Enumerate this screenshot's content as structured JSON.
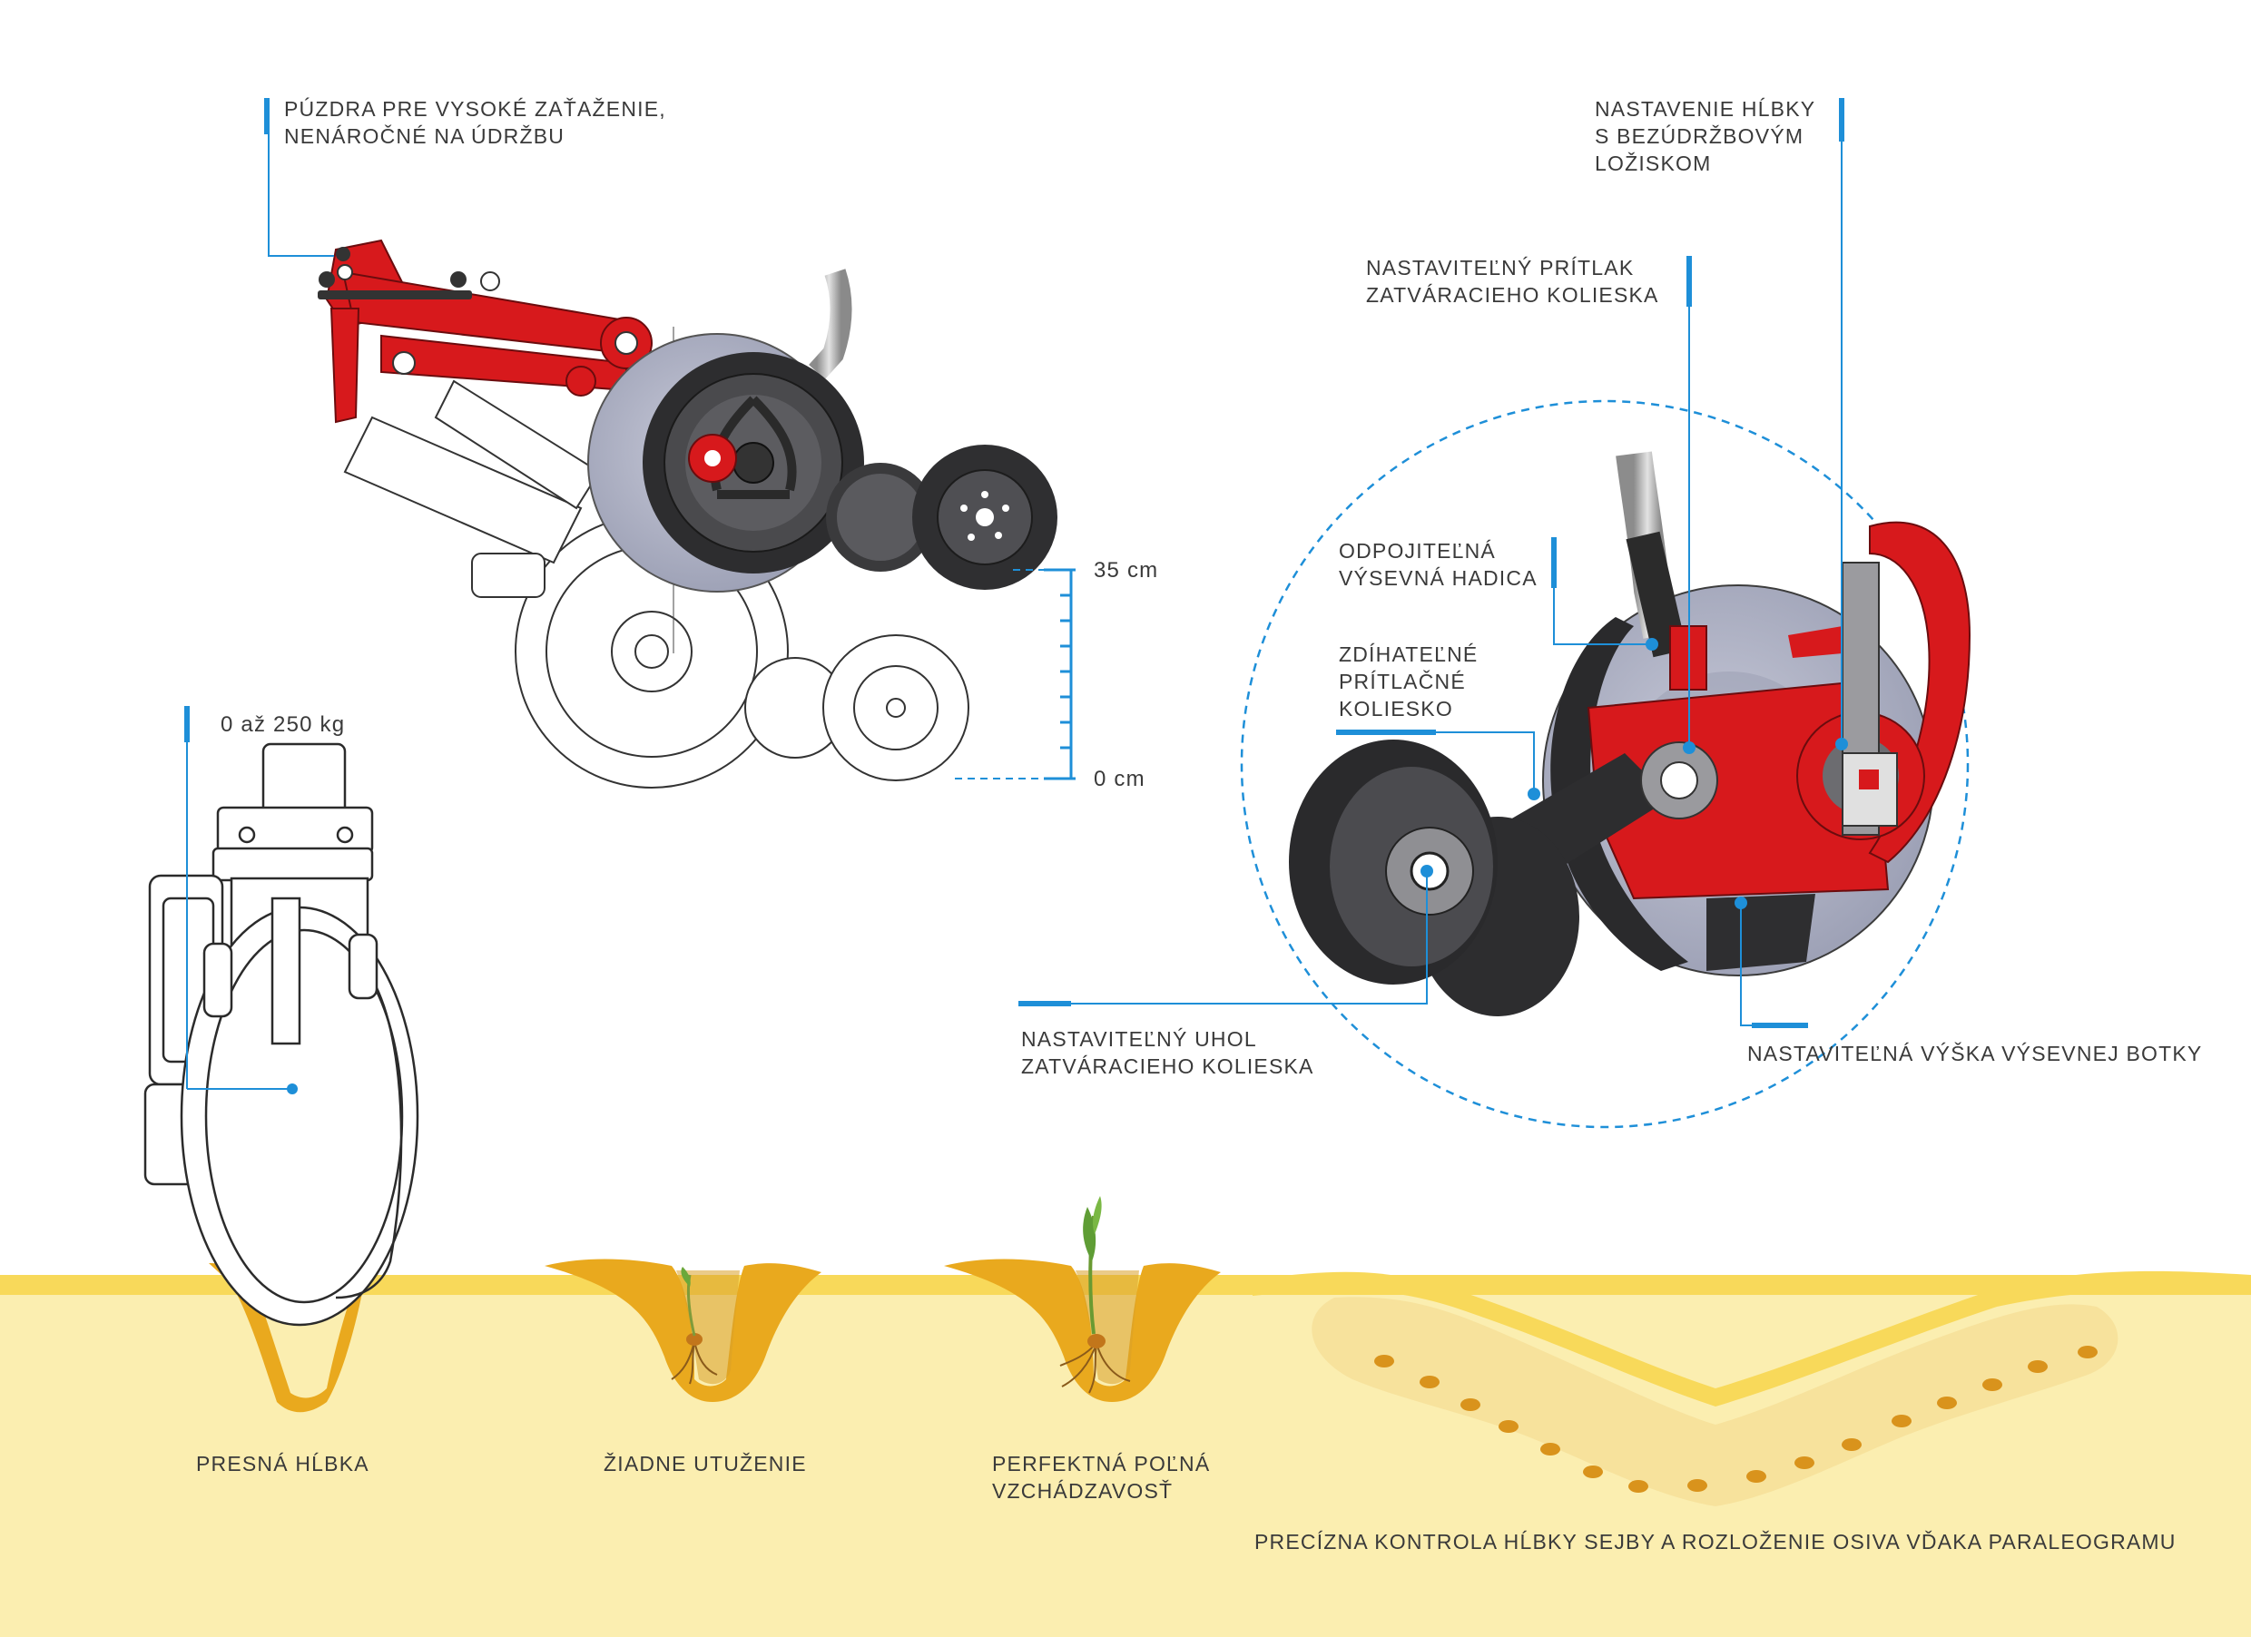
{
  "colors": {
    "accent": "#1e8fd8",
    "machine_red": "#d7191c",
    "soil_light": "#fbeeb0",
    "soil_band": "#f8d95a",
    "soil_dark": "#e9a91e",
    "seed": "#d9931c"
  },
  "labels": {
    "bushings": [
      "PÚZDRA PRE VYSOKÉ ZAŤAŽENIE,",
      "NENÁROČNÉ NA ÚDRŽBU"
    ],
    "depth_adjust": [
      "NASTAVENIE HĹBKY",
      "S BEZÚDRŽBOVÝM",
      "LOŽISKOM"
    ],
    "closing_pressure": [
      "NASTAVITEĽNÝ PRÍTLAK",
      "ZATVÁRACIEHO KOLIESKA"
    ],
    "seed_hose": [
      "ODPOJITEĽNÁ",
      "VÝSEVNÁ HADICA"
    ],
    "press_wheel": [
      "ZDÍHATEĽNÉ",
      "PRÍTLAČNÉ",
      "KOLIESKO"
    ],
    "closing_angle": [
      "NASTAVITEĽNÝ UHOL",
      "ZATVÁRACIEHO KOLIESKA"
    ],
    "boot_height": "NASTAVITEĽNÁ VÝŠKA VÝSEVNEJ BOTKY",
    "load_range": "0 až 250 kg",
    "scale_top": "35 cm",
    "scale_bottom": "0 cm"
  },
  "bottom": {
    "precise_depth": "PRESNÁ HĹBKA",
    "no_compaction": "ŽIADNE UTUŽENIE",
    "emergence": [
      "PERFEKTNÁ POĽNÁ",
      "VZCHÁDZAVOSŤ"
    ],
    "parallelogram": "PRECÍZNA KONTROLA HĹBKY SEJBY A ROZLOŽENIE OSIVA VĎAKA PARALEOGRAMU"
  }
}
